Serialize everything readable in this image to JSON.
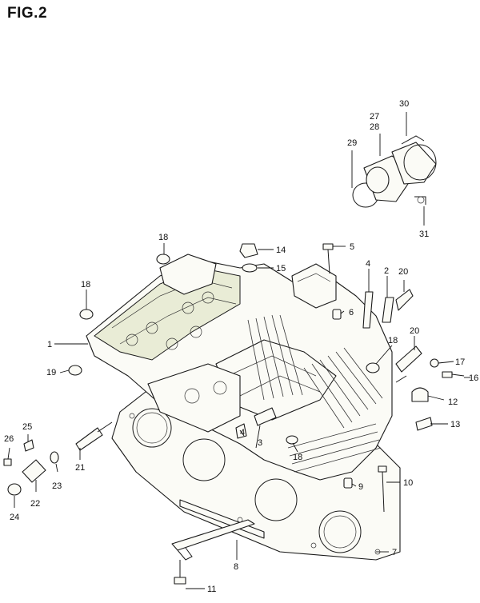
{
  "figure": {
    "title": "FIG.2"
  },
  "callouts": {
    "c1": "1",
    "c2": "2",
    "c3": "3",
    "c4a": "4",
    "c4b": "4",
    "c5": "5",
    "c6": "6",
    "c7": "7",
    "c8": "8",
    "c9": "9",
    "c10": "10",
    "c11": "11",
    "c12": "12",
    "c13": "13",
    "c14": "14",
    "c15": "15",
    "c16": "16",
    "c17": "17",
    "c18a": "18",
    "c18b": "18",
    "c18c": "18",
    "c18d": "18",
    "c19": "19",
    "c20a": "20",
    "c20b": "20",
    "c21": "21",
    "c22": "22",
    "c23": "23",
    "c24": "24",
    "c25": "25",
    "c26": "26",
    "c27": "27",
    "c28": "28",
    "c29": "29",
    "c30": "30",
    "c31": "31"
  }
}
